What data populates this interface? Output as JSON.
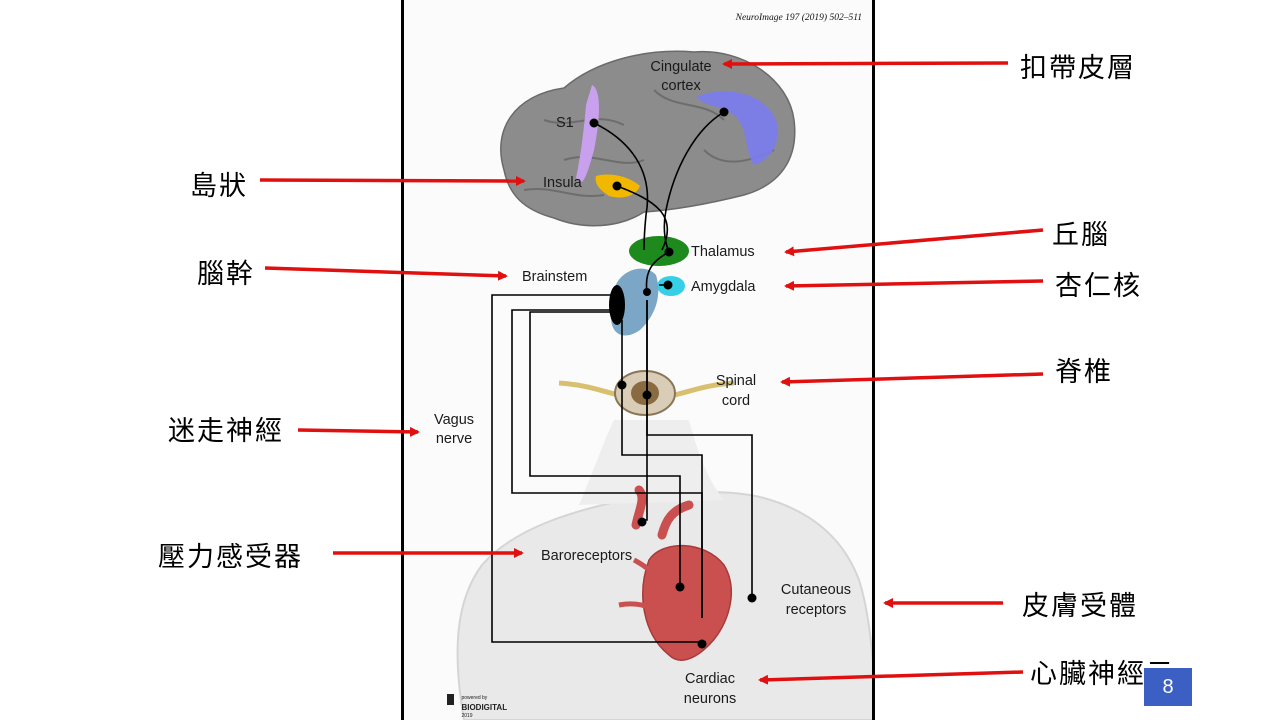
{
  "figure": {
    "citation": "NeuroImage 197 (2019) 502–511",
    "labels": {
      "cingulate": "Cingulate",
      "cortex": "cortex",
      "s1": "S1",
      "insula": "Insula",
      "thalamus": "Thalamus",
      "brainstem": "Brainstem",
      "amygdala": "Amygdala",
      "spinal": "Spinal",
      "cord": "cord",
      "vagus": "Vagus",
      "nerve": "nerve",
      "baroreceptors": "Baroreceptors",
      "cutaneous": "Cutaneous",
      "receptors": "receptors",
      "cardiac": "Cardiac",
      "neurons": "neurons"
    },
    "logo": {
      "powered_by": "powered by",
      "brand": "BIODIGITAL",
      "year": "2019"
    }
  },
  "annotations": {
    "cingulate_cortex": "扣帶皮層",
    "insula": "島狀",
    "brainstem": "腦幹",
    "thalamus": "丘腦",
    "amygdala": "杏仁核",
    "spinal_cord": "脊椎",
    "vagus_nerve": "迷走神經",
    "baroreceptors": "壓力感受器",
    "cutaneous_receptors": "皮膚受體",
    "cardiac_neurons": "心臟神經元"
  },
  "page_number": "8",
  "colors": {
    "arrow": "#e01010",
    "brain": "#8a8a8a",
    "cingulate_highlight": "#7b7bf0",
    "s1_highlight": "#c9a0ee",
    "insula_highlight": "#f2b800",
    "thalamus": "#1e8a1e",
    "amygdala": "#35d0e8",
    "brainstem": "#7ba6c6",
    "heart": "#c9504f",
    "page_badge": "#3c5fc4"
  }
}
